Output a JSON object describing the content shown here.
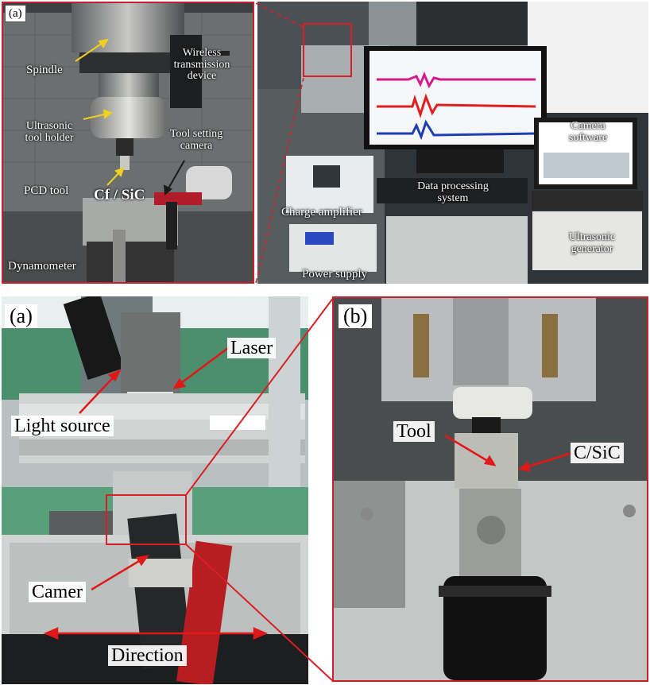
{
  "colors": {
    "frame_red": "#c8202a",
    "arrow_yellow": "#f0d020",
    "arrow_red": "#e01818"
  },
  "top": {
    "left_panel": {
      "tag": "(a)",
      "spindle": "Spindle",
      "wireless": "Wireless transmission device",
      "holder": "Ultrasonic tool holder",
      "camera": "Tool setting camera",
      "pcd": "PCD tool",
      "material": "Cf / SiC",
      "dyn": "Dynamometer"
    },
    "right_panel": {
      "charge": "Charge amplifier",
      "dps": "Data processing system",
      "camsoft": "Camera software",
      "power": "Power supply",
      "ultra": "Ultrasonic generator"
    }
  },
  "bottom": {
    "left_panel": {
      "tag": "(a)",
      "laser": "Laser",
      "light": "Light source",
      "camer": "Camer",
      "dir": "Direction"
    },
    "right_panel": {
      "tag": "(b)",
      "tool": "Tool",
      "csic": "C/SiC"
    }
  }
}
